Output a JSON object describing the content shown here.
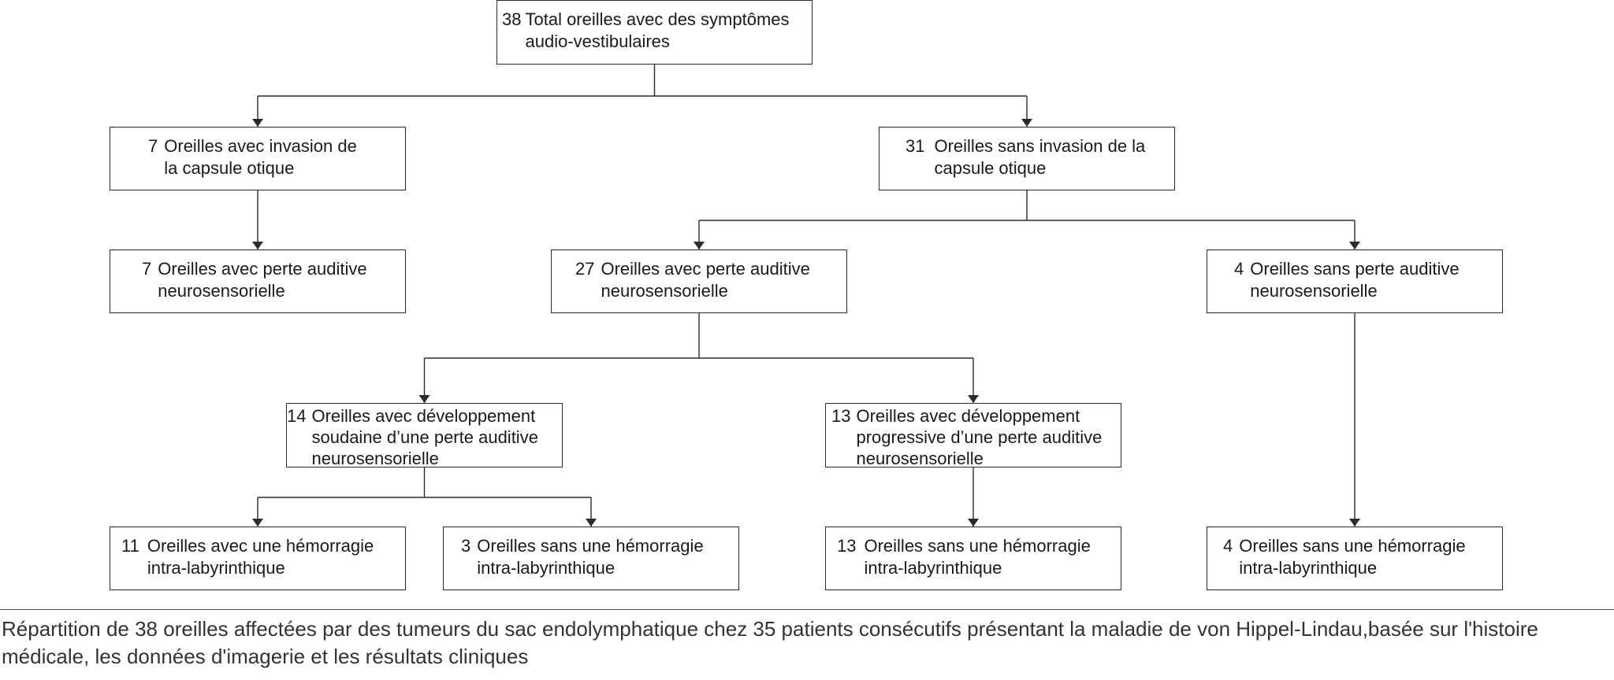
{
  "diagram": {
    "type": "flowchart",
    "nodes": [
      {
        "id": "n1",
        "num": "38",
        "text": "Total oreilles avec des symptômes\naudio-vestibulaires"
      },
      {
        "id": "n2",
        "num": "7",
        "text": "Oreilles avec invasion de\nla capsule otique"
      },
      {
        "id": "n3",
        "num": "31",
        "text": "Oreilles sans invasion de la\ncapsule otique"
      },
      {
        "id": "n4",
        "num": "7",
        "text": "Oreilles avec perte auditive\nneurosensorielle"
      },
      {
        "id": "n5",
        "num": "27",
        "text": "Oreilles avec perte auditive\nneurosensorielle"
      },
      {
        "id": "n6",
        "num": "4",
        "text": "Oreilles sans perte auditive\nneurosensorielle"
      },
      {
        "id": "n7",
        "num": "14",
        "text": "Oreilles avec développement\nsoudaine d’une perte auditive\nneurosensorielle"
      },
      {
        "id": "n8",
        "num": "13",
        "text": "Oreilles avec développement\nprogressive d’une perte auditive\nneurosensorielle"
      },
      {
        "id": "n9",
        "num": "11",
        "text": "Oreilles avec une hémorragie\nintra-labyrinthique"
      },
      {
        "id": "n10",
        "num": "3",
        "text": "Oreilles sans une hémorragie\nintra-labyrinthique"
      },
      {
        "id": "n11",
        "num": "13",
        "text": "Oreilles sans une hémorragie\nintra-labyrinthique"
      },
      {
        "id": "n12",
        "num": "4",
        "text": "Oreilles sans une hémorragie\nintra-labyrinthique"
      }
    ],
    "edges": [
      [
        "n1",
        "n2"
      ],
      [
        "n1",
        "n3"
      ],
      [
        "n2",
        "n4"
      ],
      [
        "n3",
        "n5"
      ],
      [
        "n3",
        "n6"
      ],
      [
        "n5",
        "n7"
      ],
      [
        "n5",
        "n8"
      ],
      [
        "n7",
        "n9"
      ],
      [
        "n7",
        "n10"
      ],
      [
        "n8",
        "n11"
      ],
      [
        "n6",
        "n12"
      ]
    ],
    "caption": "Répartition de 38 oreilles affectées par des tumeurs du sac endolymphatique chez 35 patients consécutifs présentant la maladie de von Hippel-Lindau,basée sur l'histoire médicale, les données d'imagerie et les résultats cliniques"
  }
}
